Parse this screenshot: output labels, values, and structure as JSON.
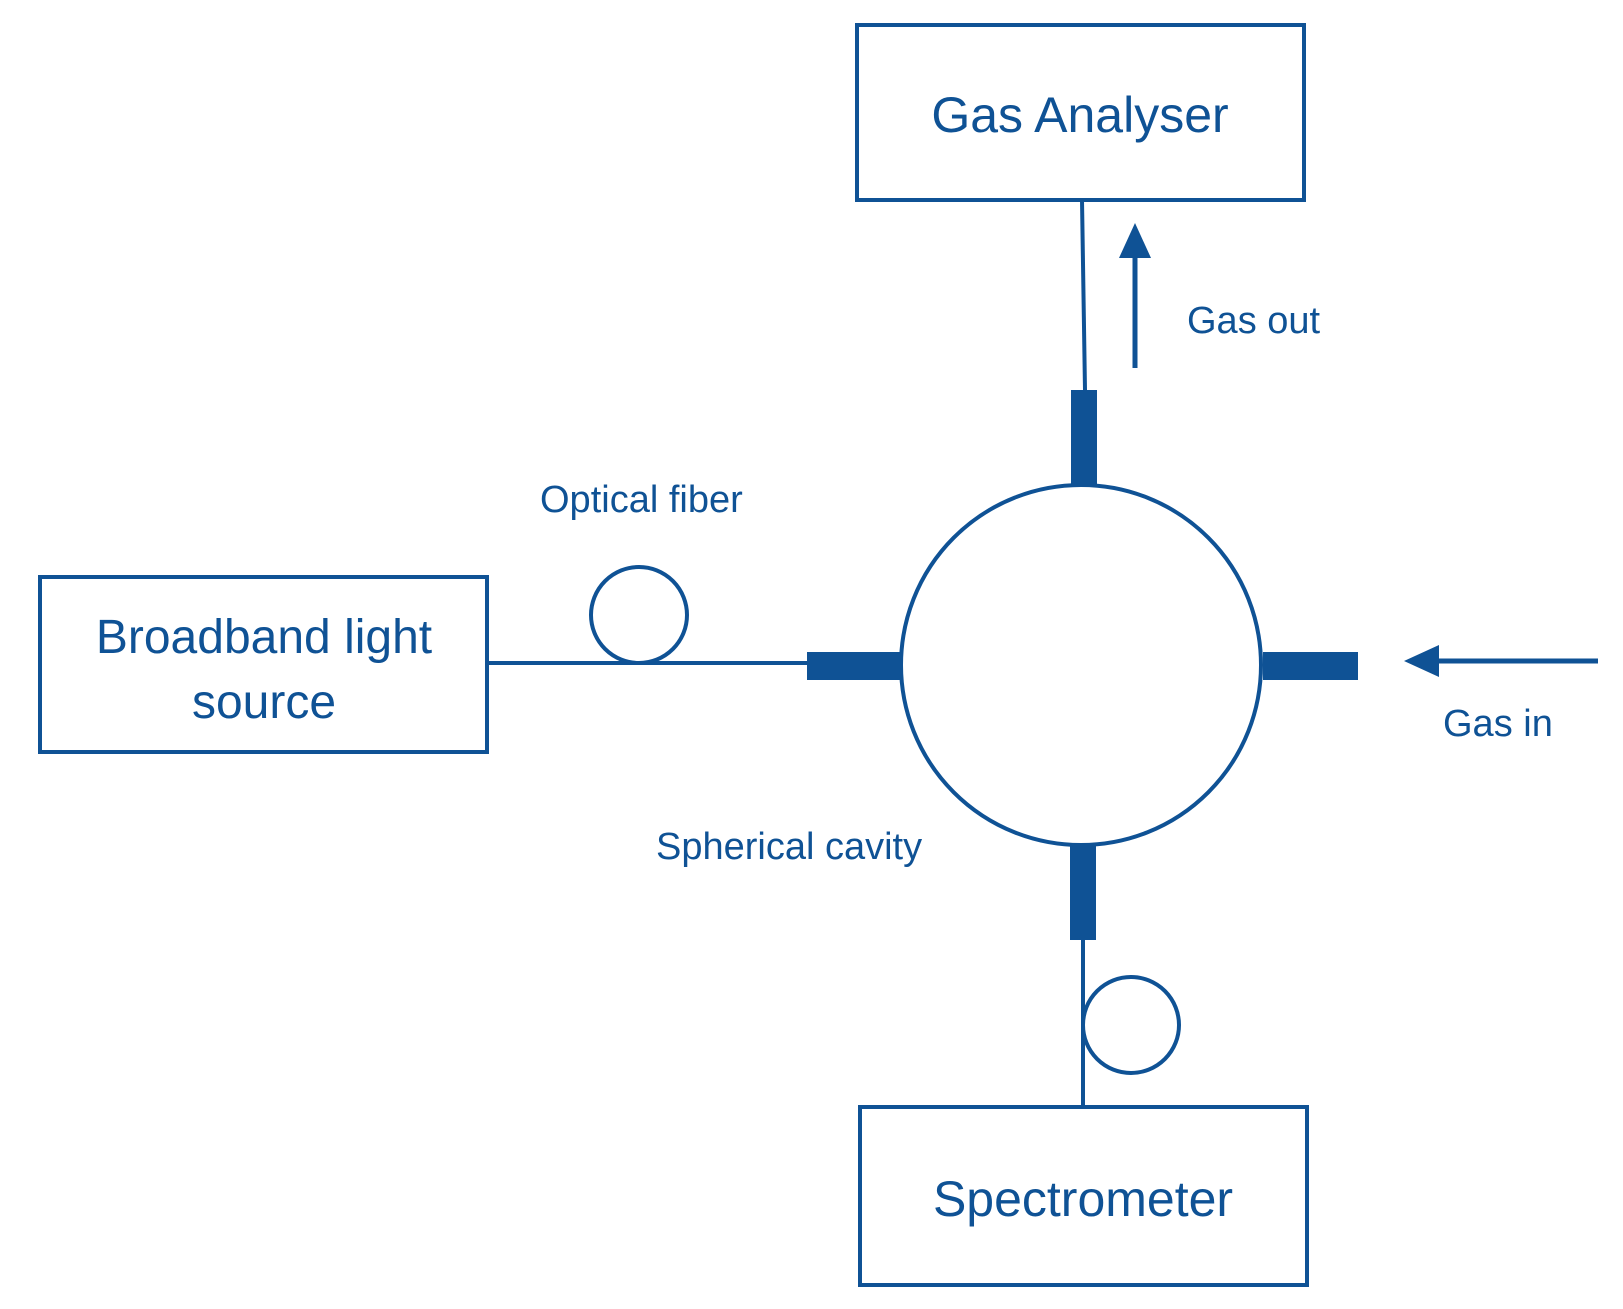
{
  "diagram": {
    "color": "#0f5295",
    "boxes": {
      "gas_analyser": "Gas Analyser",
      "light_source_line1": "Broadband light",
      "light_source_line2": "source",
      "spectrometer": "Spectrometer"
    },
    "labels": {
      "gas_out": "Gas out",
      "gas_in": "Gas in",
      "optical_fiber": "Optical fiber",
      "spherical_cavity": "Spherical cavity"
    }
  }
}
